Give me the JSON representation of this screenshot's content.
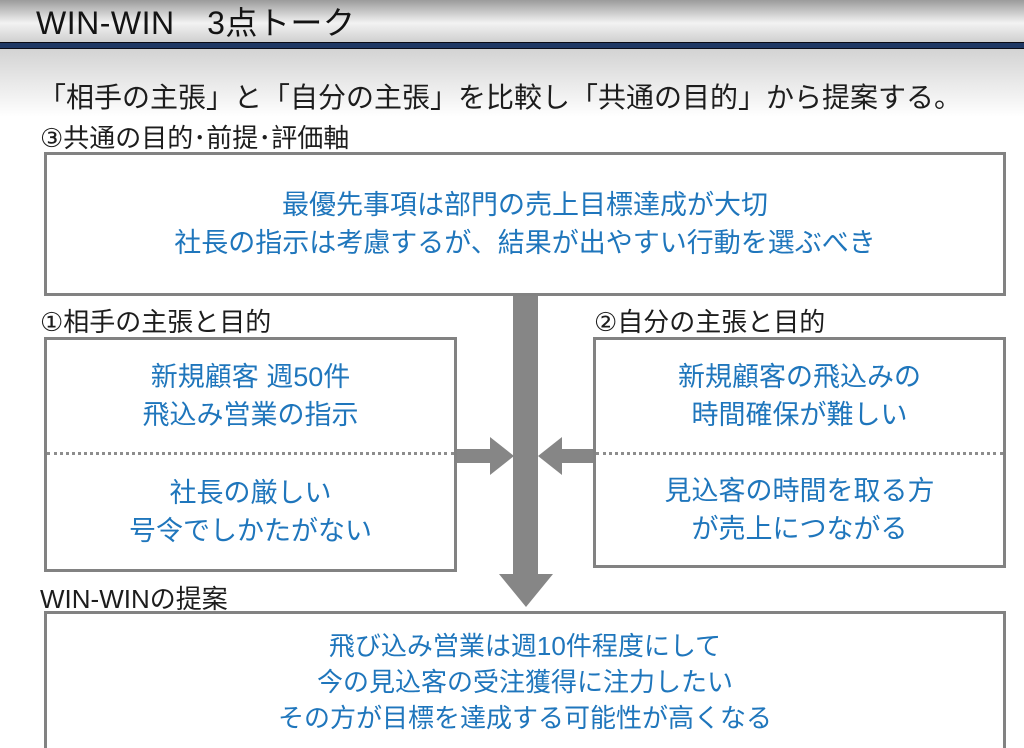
{
  "header": {
    "title": "WIN-WIN　3点トーク"
  },
  "subtitle": "「相手の主張」と「自分の主張」を比較し「共通の目的」から提案する。",
  "sections": {
    "common": {
      "label": "③共通の目的･前提･評価軸",
      "lines": [
        "最優先事項は部門の売上目標達成が大切",
        "社長の指示は考慮するが、結果が出やすい行動を選ぶべき"
      ]
    },
    "partner": {
      "label": "①相手の主張と目的",
      "claim_lines": [
        "新規顧客 週50件",
        "飛込み営業の指示"
      ],
      "purpose_lines": [
        "社長の厳しい",
        "号令でしかたがない"
      ]
    },
    "self": {
      "label": "②自分の主張と目的",
      "claim_lines": [
        "新規顧客の飛込みの",
        "時間確保が難しい"
      ],
      "purpose_lines": [
        "見込客の時間を取る方",
        "が売上につながる"
      ]
    },
    "proposal": {
      "label": "WIN-WINの提案",
      "lines": [
        "飛び込み営業は週10件程度にして",
        "今の見込客の受注獲得に注力したい",
        "その方が目標を達成する可能性が高くなる"
      ]
    }
  },
  "icons": {
    "arrow_down": "arrow-down-icon",
    "arrow_right": "arrow-right-icon",
    "arrow_left": "arrow-left-icon"
  },
  "colors": {
    "accent_text_blue": "#1f76bc",
    "box_border_gray": "#828282",
    "arrow_gray": "#868686",
    "rule_navy": "#1f3864",
    "heading_text": "#1d1d1d"
  }
}
